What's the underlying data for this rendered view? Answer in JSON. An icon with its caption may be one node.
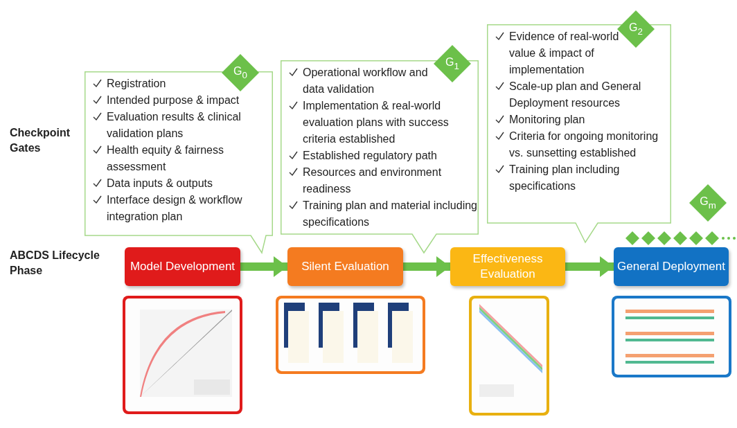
{
  "diagram": {
    "nodes": [
      {
        "text": [
          "Registration",
          "Intended purpose & impact",
          "Evaluation results & clinical validation plans",
          "Health equity & fairness assessment",
          "Data inputs & outputs",
          "Interface design & workflow integration plan"
        ]
      },
      {
        "text": [
          "G$_{0}$"
        ]
      },
      {
        "text": [
          "Operational workflow and data validation",
          "Implementation & real-world evaluation plans with success criteria established",
          "Established regulatory path",
          "Resources and environment readiness",
          "Training plan and material including specifications"
        ]
      },
      {
        "text": [
          "G$_{1}$"
        ]
      },
      {
        "text": [
          "Evidence of real-world value & impact of implementation",
          "Scale-up plan and General Deployment resources",
          "Monitoring plan",
          "Criteria for ongoing monitoring vs. sunsetting established",
          "Training plan including specifications"
        ]
      },
      {
        "text": [
          "G$_{2}$"
        ]
      },
      {
        "text": [
          "G$_{m}$"
        ]
      },
      {
        "text": [],
        "shape": "diamond"
      },
      {
        "text": [],
        "shape": "diamond"
      },
      {
        "text": [],
        "shape": "diamond"
      },
      {
        "text": [],
        "shape": "diamond"
      },
      {
        "text": [],
        "shape": "diamond"
      },
      {
        "text": [],
        "shape": "diamond"
      },
      {
        "text": [
          "Model Development"
        ]
      },
      {
        "text": [
          "Silent Evaluation"
        ]
      },
      {
        "text": [
          "Effectiveness Evaluation"
        ]
      },
      {
        "text": [
          "General Deployment"
        ]
      }
    ],
    "edges": [
      {
        "from": 13,
        "to": 14,
        "arrow": "to"
      },
      {
        "from": 14,
        "to": 15,
        "arrow": "to"
      },
      {
        "from": 15,
        "to": 16,
        "arrow": "to"
      }
    ],
    "labels": [
      "Checkpoint Gates",
      "ABCDS Lifecycle Phase"
    ]
  }
}
